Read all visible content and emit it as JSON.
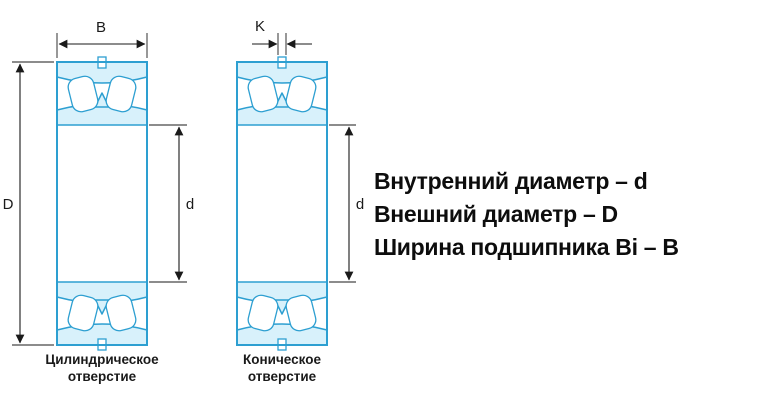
{
  "colors": {
    "stroke": "#2d9fd1",
    "fill": "#d8f1fb",
    "roller": "#ffffff",
    "dim": "#1a1a1a",
    "text": "#0d0d0d"
  },
  "dimensions": {
    "width_label": "B",
    "taper_label": "K",
    "outer_diameter_label": "D",
    "bore_label_left": "d",
    "bore_label_right": "d"
  },
  "captions": {
    "left": {
      "line1": "Цилиндрическое",
      "line2": "отверстие"
    },
    "right": {
      "line1": "Коническое",
      "line2": "отверстие"
    }
  },
  "legend": {
    "line1": "Внутренний диаметр – d",
    "line2": "Внешний диаметр – D",
    "line3": "Ширина подшипника Bi – B"
  }
}
